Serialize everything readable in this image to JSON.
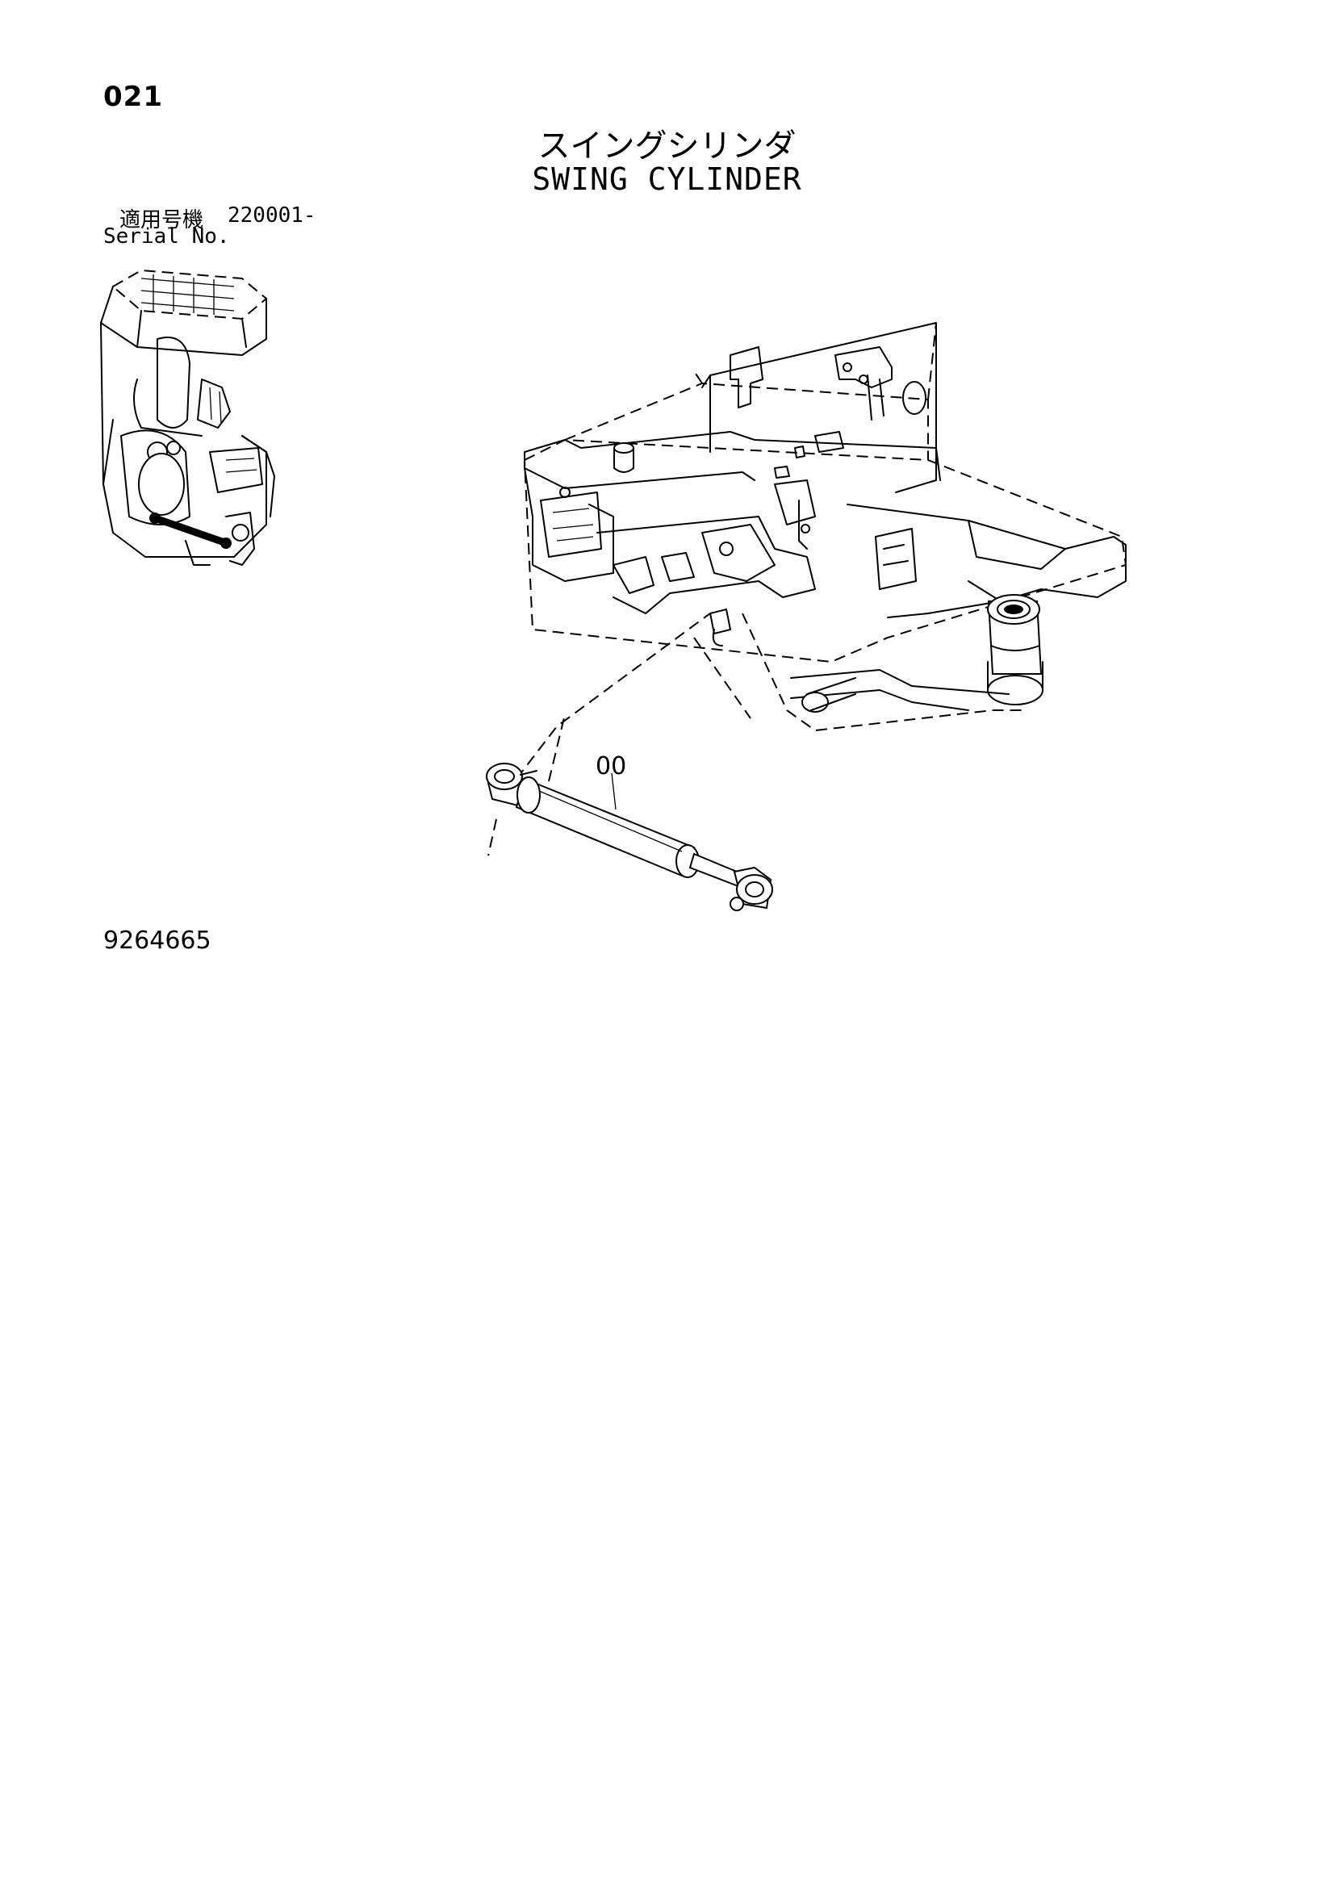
{
  "header": {
    "page_number": "021",
    "title_ja": "スイングシリンダ",
    "title_en": "SWING CYLINDER"
  },
  "serial": {
    "label_ja": "適用号機",
    "range": "220001-",
    "label_en": "Serial No."
  },
  "diagram": {
    "part_label": "00"
  },
  "footer": {
    "drawing_number": "9264665"
  }
}
